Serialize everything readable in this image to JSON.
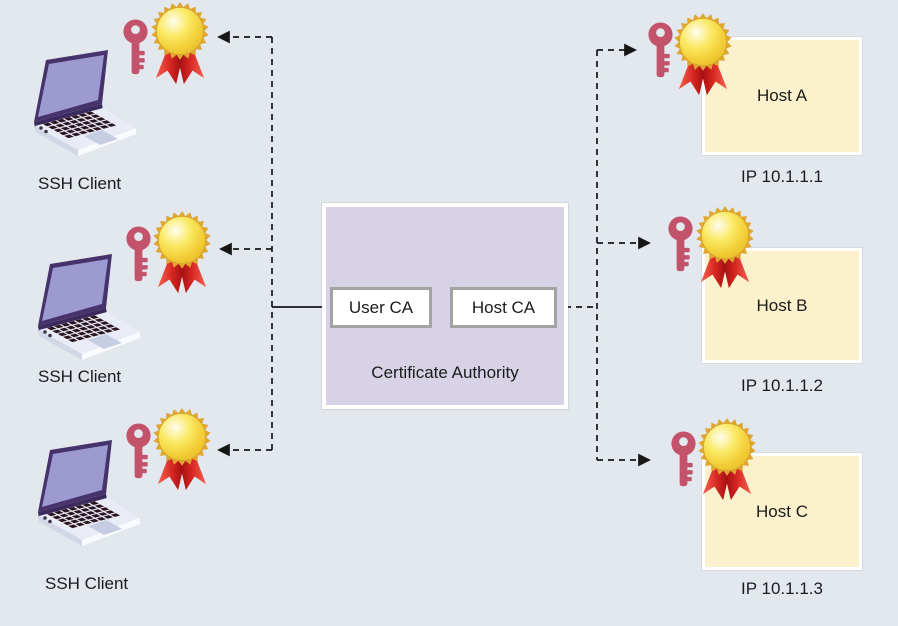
{
  "clients": [
    {
      "label": "SSH Client"
    },
    {
      "label": "SSH Client"
    },
    {
      "label": "SSH Client"
    }
  ],
  "ca": {
    "user_ca": "User CA",
    "host_ca": "Host CA",
    "caption": "Certificate Authority"
  },
  "hosts": [
    {
      "label": "Host A",
      "ip": "IP 10.1.1.1"
    },
    {
      "label": "Host B",
      "ip": "IP 10.1.1.2"
    },
    {
      "label": "Host C",
      "ip": "IP 10.1.1.3"
    }
  ],
  "icons": {
    "client_device": "laptop-icon",
    "credential": "key-icon",
    "certificate": "certificate-medal-icon"
  },
  "colors": {
    "background": "#E3E7EE",
    "ca_box_fill": "#D8D2E6",
    "host_box_fill": "#FCF1CD",
    "key_red": "#C3536A",
    "ribbon_red": "#D42520",
    "medal_gold": "#E0A62F",
    "line": "#161616"
  }
}
